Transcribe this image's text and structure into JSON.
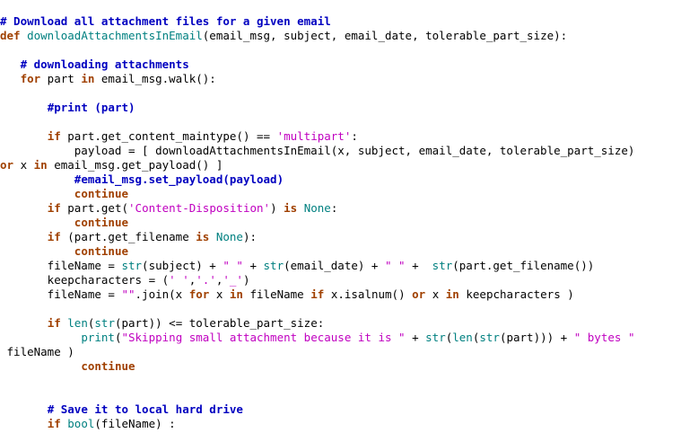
{
  "colors": {
    "background": "#ffffff",
    "default": "#000000",
    "comment": "#0000c0",
    "keyword": "#a04000",
    "builtin": "#008080",
    "string": "#c000c0",
    "funcname": "#008080"
  },
  "lines": [
    [
      {
        "t": "# Download all attachment files for a given email",
        "c": "comment",
        "b": true
      }
    ],
    [
      {
        "t": "def",
        "c": "keyword",
        "b": true
      },
      {
        "t": " ",
        "c": "default"
      },
      {
        "t": "downloadAttachmentsInEmail",
        "c": "funcname"
      },
      {
        "t": "(email_msg, subject, email_date, tolerable_part_size):",
        "c": "default"
      }
    ],
    [],
    [
      {
        "t": "   ",
        "c": "default"
      },
      {
        "t": "# downloading attachments",
        "c": "comment",
        "b": true
      }
    ],
    [
      {
        "t": "   ",
        "c": "default"
      },
      {
        "t": "for",
        "c": "keyword",
        "b": true
      },
      {
        "t": " part ",
        "c": "default"
      },
      {
        "t": "in",
        "c": "keyword",
        "b": true
      },
      {
        "t": " email_msg.walk():",
        "c": "default"
      }
    ],
    [],
    [
      {
        "t": "       ",
        "c": "default"
      },
      {
        "t": "#print (part)",
        "c": "comment",
        "b": true
      }
    ],
    [],
    [
      {
        "t": "       ",
        "c": "default"
      },
      {
        "t": "if",
        "c": "keyword",
        "b": true
      },
      {
        "t": " part.get_content_maintype() == ",
        "c": "default"
      },
      {
        "t": "'multipart'",
        "c": "string"
      },
      {
        "t": ":",
        "c": "default"
      }
    ],
    [
      {
        "t": "           payload = [ downloadAttachmentsInEmail(x, subject, email_date, tolerable_part_size)",
        "c": "default"
      }
    ],
    [
      {
        "t": "or",
        "c": "keyword",
        "b": true
      },
      {
        "t": " x ",
        "c": "default"
      },
      {
        "t": "in",
        "c": "keyword",
        "b": true
      },
      {
        "t": " email_msg.get_payload() ]",
        "c": "default"
      }
    ],
    [
      {
        "t": "           ",
        "c": "default"
      },
      {
        "t": "#email_msg.set_payload(payload)",
        "c": "comment",
        "b": true
      }
    ],
    [
      {
        "t": "           ",
        "c": "default"
      },
      {
        "t": "continue",
        "c": "keyword",
        "b": true
      }
    ],
    [
      {
        "t": "       ",
        "c": "default"
      },
      {
        "t": "if",
        "c": "keyword",
        "b": true
      },
      {
        "t": " part.get(",
        "c": "default"
      },
      {
        "t": "'Content-Disposition'",
        "c": "string"
      },
      {
        "t": ") ",
        "c": "default"
      },
      {
        "t": "is",
        "c": "keyword",
        "b": true
      },
      {
        "t": " ",
        "c": "default"
      },
      {
        "t": "None",
        "c": "builtin"
      },
      {
        "t": ":",
        "c": "default"
      }
    ],
    [
      {
        "t": "           ",
        "c": "default"
      },
      {
        "t": "continue",
        "c": "keyword",
        "b": true
      }
    ],
    [
      {
        "t": "       ",
        "c": "default"
      },
      {
        "t": "if",
        "c": "keyword",
        "b": true
      },
      {
        "t": " (part.get_filename ",
        "c": "default"
      },
      {
        "t": "is",
        "c": "keyword",
        "b": true
      },
      {
        "t": " ",
        "c": "default"
      },
      {
        "t": "None",
        "c": "builtin"
      },
      {
        "t": "):",
        "c": "default"
      }
    ],
    [
      {
        "t": "           ",
        "c": "default"
      },
      {
        "t": "continue",
        "c": "keyword",
        "b": true
      }
    ],
    [
      {
        "t": "       fileName = ",
        "c": "default"
      },
      {
        "t": "str",
        "c": "builtin"
      },
      {
        "t": "(subject) + ",
        "c": "default"
      },
      {
        "t": "\" \"",
        "c": "string"
      },
      {
        "t": " + ",
        "c": "default"
      },
      {
        "t": "str",
        "c": "builtin"
      },
      {
        "t": "(email_date) + ",
        "c": "default"
      },
      {
        "t": "\" \"",
        "c": "string"
      },
      {
        "t": " +  ",
        "c": "default"
      },
      {
        "t": "str",
        "c": "builtin"
      },
      {
        "t": "(part.get_filename())",
        "c": "default"
      }
    ],
    [
      {
        "t": "       keepcharacters = (",
        "c": "default"
      },
      {
        "t": "' '",
        "c": "string"
      },
      {
        "t": ",",
        "c": "default"
      },
      {
        "t": "'.'",
        "c": "string"
      },
      {
        "t": ",",
        "c": "default"
      },
      {
        "t": "'_'",
        "c": "string"
      },
      {
        "t": ")",
        "c": "default"
      }
    ],
    [
      {
        "t": "       fileName = ",
        "c": "default"
      },
      {
        "t": "\"\"",
        "c": "string"
      },
      {
        "t": ".join(x ",
        "c": "default"
      },
      {
        "t": "for",
        "c": "keyword",
        "b": true
      },
      {
        "t": " x ",
        "c": "default"
      },
      {
        "t": "in",
        "c": "keyword",
        "b": true
      },
      {
        "t": " fileName ",
        "c": "default"
      },
      {
        "t": "if",
        "c": "keyword",
        "b": true
      },
      {
        "t": " x.isalnum() ",
        "c": "default"
      },
      {
        "t": "or",
        "c": "keyword",
        "b": true
      },
      {
        "t": " x ",
        "c": "default"
      },
      {
        "t": "in",
        "c": "keyword",
        "b": true
      },
      {
        "t": " keepcharacters )",
        "c": "default"
      }
    ],
    [],
    [
      {
        "t": "       ",
        "c": "default"
      },
      {
        "t": "if",
        "c": "keyword",
        "b": true
      },
      {
        "t": " ",
        "c": "default"
      },
      {
        "t": "len",
        "c": "builtin"
      },
      {
        "t": "(",
        "c": "default"
      },
      {
        "t": "str",
        "c": "builtin"
      },
      {
        "t": "(part)) <= tolerable_part_size:",
        "c": "default"
      }
    ],
    [
      {
        "t": "            ",
        "c": "default"
      },
      {
        "t": "print",
        "c": "builtin"
      },
      {
        "t": "(",
        "c": "default"
      },
      {
        "t": "\"Skipping small attachment because it is \"",
        "c": "string"
      },
      {
        "t": " + ",
        "c": "default"
      },
      {
        "t": "str",
        "c": "builtin"
      },
      {
        "t": "(",
        "c": "default"
      },
      {
        "t": "len",
        "c": "builtin"
      },
      {
        "t": "(",
        "c": "default"
      },
      {
        "t": "str",
        "c": "builtin"
      },
      {
        "t": "(part))) + ",
        "c": "default"
      },
      {
        "t": "\" bytes \"",
        "c": "string"
      }
    ],
    [
      {
        "t": " fileName )",
        "c": "default"
      }
    ],
    [
      {
        "t": "            ",
        "c": "default"
      },
      {
        "t": "continue",
        "c": "keyword",
        "b": true
      }
    ],
    [],
    [],
    [
      {
        "t": "       ",
        "c": "default"
      },
      {
        "t": "# Save it to local hard drive",
        "c": "comment",
        "b": true
      }
    ],
    [
      {
        "t": "       ",
        "c": "default"
      },
      {
        "t": "if",
        "c": "keyword",
        "b": true
      },
      {
        "t": " ",
        "c": "default"
      },
      {
        "t": "bool",
        "c": "builtin"
      },
      {
        "t": "(fileName) :",
        "c": "default"
      }
    ]
  ]
}
